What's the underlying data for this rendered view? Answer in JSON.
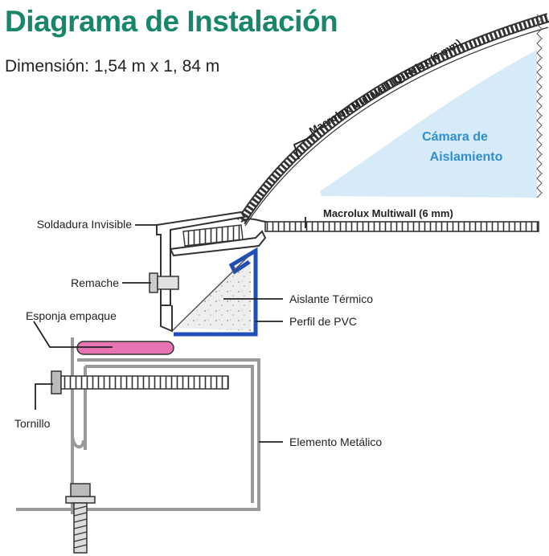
{
  "title": "Diagrama de Instalación",
  "subtitle": "Dimensión: 1,54 m x 1, 84 m",
  "labels": {
    "multiwall_iq": "Macrolux Multiwall IQ-Relax (6 mm)",
    "camara_1": "Cámara de",
    "camara_2": "Aislamiento",
    "multiwall": "Macrolux Multiwall (6 mm)",
    "soldadura": "Soldadura Invisible",
    "remache": "Remache",
    "esponja": "Esponja empaque",
    "aislante": "Aislante Térmico",
    "perfil": "Perfil de PVC",
    "tornillo": "Tornillo",
    "elemento": "Elemento Metálico"
  },
  "colors": {
    "title": "#17866a",
    "camara_fill": "#d6eaf8",
    "camara_text": "#2f8fce",
    "pvc": "#1f4fb8",
    "esponja": "#e874b4",
    "metal": "#9a9a9a",
    "outline": "#333333"
  }
}
